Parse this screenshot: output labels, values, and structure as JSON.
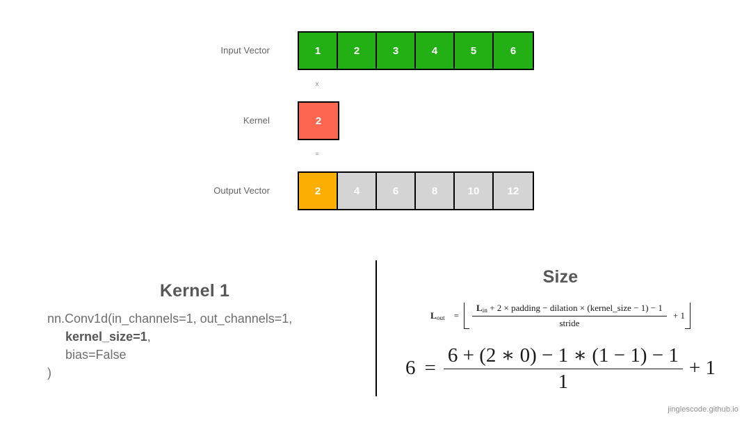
{
  "diagram": {
    "rows": [
      {
        "id": "input",
        "label": "Input Vector",
        "cells": [
          {
            "value": "1",
            "style": "green"
          },
          {
            "value": "2",
            "style": "green"
          },
          {
            "value": "3",
            "style": "green"
          },
          {
            "value": "4",
            "style": "green"
          },
          {
            "value": "5",
            "style": "green"
          },
          {
            "value": "6",
            "style": "green"
          }
        ]
      },
      {
        "id": "kernel",
        "label": "Kernel",
        "cells": [
          {
            "value": "2",
            "style": "red"
          }
        ]
      },
      {
        "id": "output",
        "label": "Output Vector",
        "cells": [
          {
            "value": "2",
            "style": "orange"
          },
          {
            "value": "4",
            "style": "grey"
          },
          {
            "value": "6",
            "style": "grey"
          },
          {
            "value": "8",
            "style": "grey"
          },
          {
            "value": "10",
            "style": "grey"
          },
          {
            "value": "12",
            "style": "grey"
          }
        ]
      }
    ],
    "operators": {
      "multiply": "x",
      "equals": "="
    },
    "colors": {
      "input_cell": "#22b014",
      "kernel_cell": "#fb6650",
      "output_active_cell": "#fcaf03",
      "output_inactive_cell": "#d4d4d4",
      "cell_border": "#000000",
      "label_text": "#636363"
    }
  },
  "code_panel": {
    "title": "Kernel 1",
    "line1": "nn.Conv1d(in_channels=1, out_channels=1,",
    "line2_bold": "kernel_size=1",
    "line2_tail": ",",
    "line3": "bias=False",
    "line4": ")"
  },
  "math_panel": {
    "title": "Size",
    "general": {
      "lhs": "L",
      "lhs_sub": "out",
      "equals": "=",
      "numerator_part1": "L",
      "numerator_sub": "in",
      "numerator_part2": " + 2 × padding − dilation × (kernel_size − 1) − 1",
      "denominator": "stride",
      "tail": "+ 1"
    },
    "numeric": {
      "lhs": "6",
      "equals": "=",
      "numerator": "6 + (2 ∗ 0) − 1 ∗ (1 − 1) − 1",
      "denominator": "1",
      "tail": "+ 1"
    }
  },
  "watermark": "jinglescode.github.io"
}
